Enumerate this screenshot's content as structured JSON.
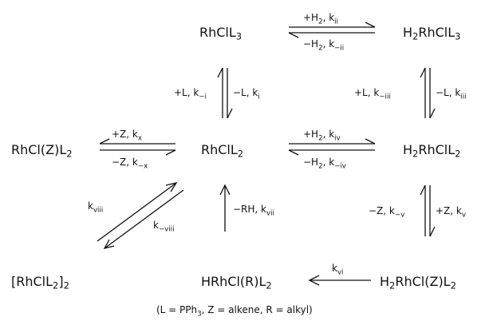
{
  "species": {
    "rhcll3": "RhClL3",
    "h2rhcll3": "H2RhClL3",
    "rhclzl2": "RhCl(Z)L2",
    "rhcll2": "RhClL2",
    "h2rhcll2": "H2RhClL2",
    "dimer": "[RhClL2]2",
    "hrhclrl2": "HRhCl(R)L2",
    "h2rhclzl2": "H2RhCl(Z)L2"
  },
  "labels": {
    "k_ii_fwd": "+H2, kii",
    "k_ii_rev": "−H2, k−ii",
    "k_i_left": "+L, k−i",
    "k_i_right": "−L, ki",
    "k_iii_left": "+L, k−iii",
    "k_iii_right": "−L, kiii",
    "k_x_fwd": "+Z, kx",
    "k_x_rev": "−Z, k−x",
    "k_iv_fwd": "+H2, kiv",
    "k_iv_rev": "−H2, k−iv",
    "k_viii_fwd": "kviii",
    "k_viii_rev": "k−viii",
    "k_vii": "−RH, kvii",
    "k_v_left": "−Z, k−v",
    "k_v_right": "+Z, kv",
    "k_vi": "kvi"
  },
  "footnote": "(L = PPh3,  Z = alkene,  R = alkyl)"
}
